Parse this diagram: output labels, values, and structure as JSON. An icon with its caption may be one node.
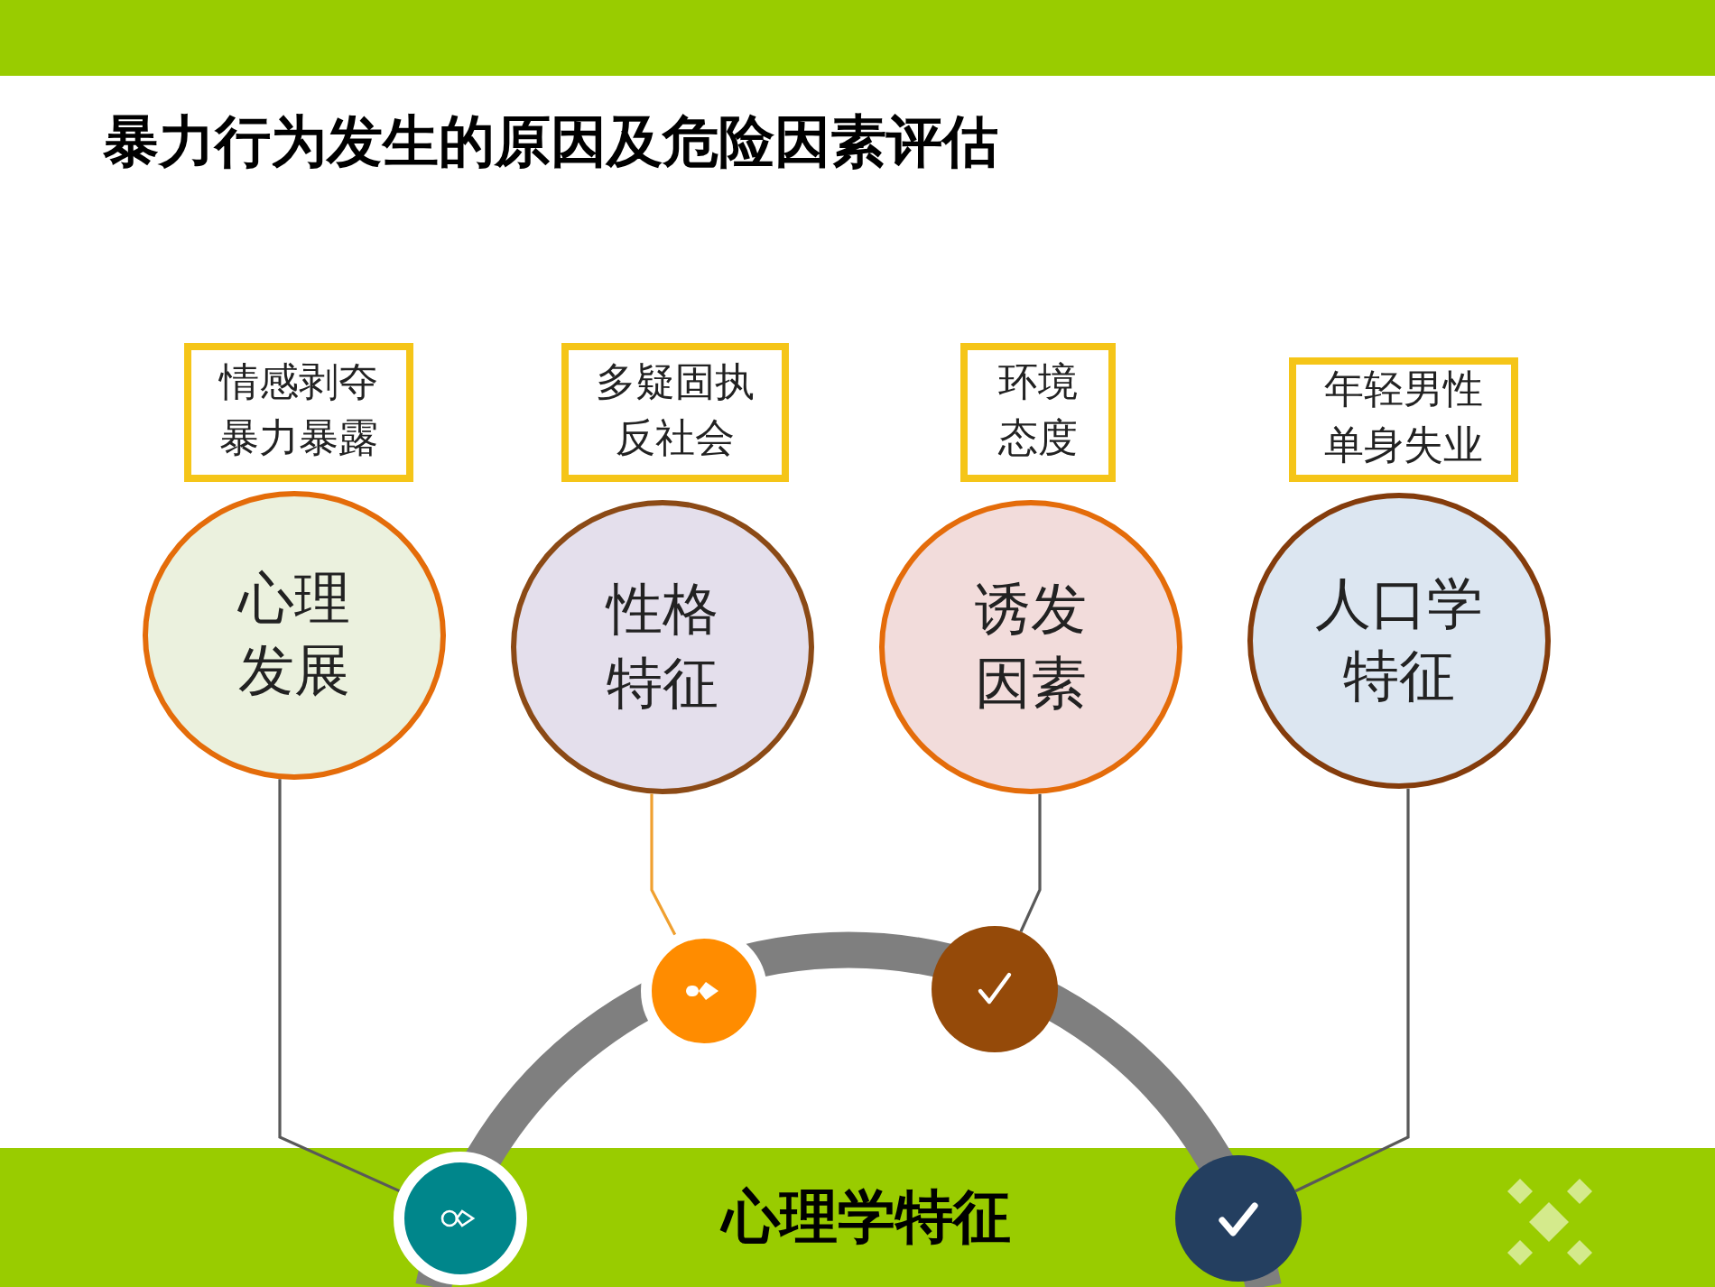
{
  "diagram": {
    "title": "暴力行为发生的原因及危险因素评估",
    "nodes": [
      {
        "text": [
          "情感剥夺",
          "暴力暴露"
        ]
      },
      {
        "text": [
          "多疑固执",
          "反社会"
        ]
      },
      {
        "text": [
          "环境",
          "态度"
        ]
      },
      {
        "text": [
          "年轻男性",
          "单身失业"
        ]
      },
      {
        "text": [
          "心理发展"
        ]
      },
      {
        "text": [
          "性格特征"
        ]
      },
      {
        "text": [
          "诱发因素"
        ]
      },
      {
        "text": [
          "人口学特征"
        ]
      },
      {
        "text": [
          "心理学特征"
        ]
      },
      {
        "text": [],
        "shape": "circle",
        "in": 8
      },
      {
        "text": [],
        "shape": "circle"
      },
      {
        "text": [],
        "shape": "circle"
      },
      {
        "text": [],
        "shape": "circle",
        "in": 8
      }
    ],
    "edges": [
      {
        "from": 4,
        "to": 9,
        "arrow": "none"
      },
      {
        "from": 5,
        "to": 10,
        "arrow": "none",
        "color": "#f0a030"
      },
      {
        "from": 6,
        "to": 11,
        "arrow": "none"
      },
      {
        "from": 7,
        "to": 12,
        "arrow": "none"
      }
    ]
  }
}
